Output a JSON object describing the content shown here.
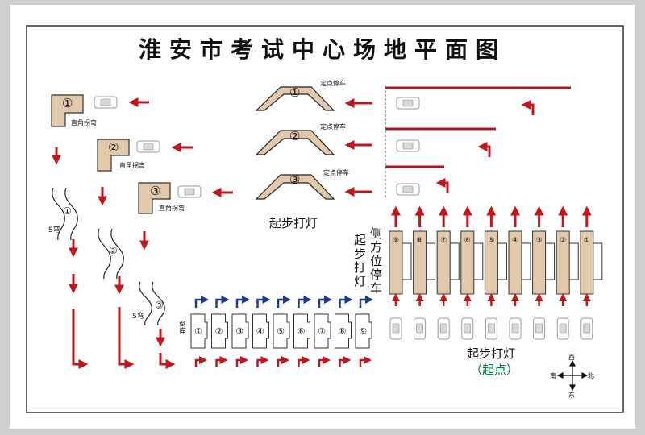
{
  "title": "淮安市考试中心场地平面图",
  "right_angle_turns": [
    {
      "num": "①",
      "label": "直角拐弯"
    },
    {
      "num": "②",
      "label": "直角拐弯"
    },
    {
      "num": "③",
      "label": "直角拐弯"
    }
  ],
  "ramps": [
    {
      "num": "①",
      "label": "定点停车"
    },
    {
      "num": "②",
      "label": "定点停车"
    },
    {
      "num": "③",
      "label": "定点停车"
    }
  ],
  "ramp_start_light": "起步打灯",
  "s_bends": [
    {
      "num": "①",
      "label": "S弯"
    },
    {
      "num": "②",
      "label": ""
    },
    {
      "num": "③",
      "label": "S弯"
    }
  ],
  "garage_label": "倒库",
  "garage_slots": [
    "①",
    "②",
    "③",
    "④",
    "⑤",
    "⑥",
    "⑦",
    "⑧",
    "⑨"
  ],
  "side_parking_label": "侧方位停车",
  "side_start_light": "起步打灯",
  "side_slots": [
    "⑨",
    "⑧",
    "⑦",
    "⑥",
    "⑤",
    "④",
    "③",
    "②",
    "①"
  ],
  "start_light": "起步打灯",
  "start_point": "（起点）",
  "compass": {
    "up": "西",
    "down": "东",
    "left": "南",
    "right": "北"
  },
  "colors": {
    "arrow": "#c0161c",
    "blue_arrow": "#1a3a8c",
    "tan": "#e3c9ac",
    "start_point": "#0b7a3e"
  }
}
